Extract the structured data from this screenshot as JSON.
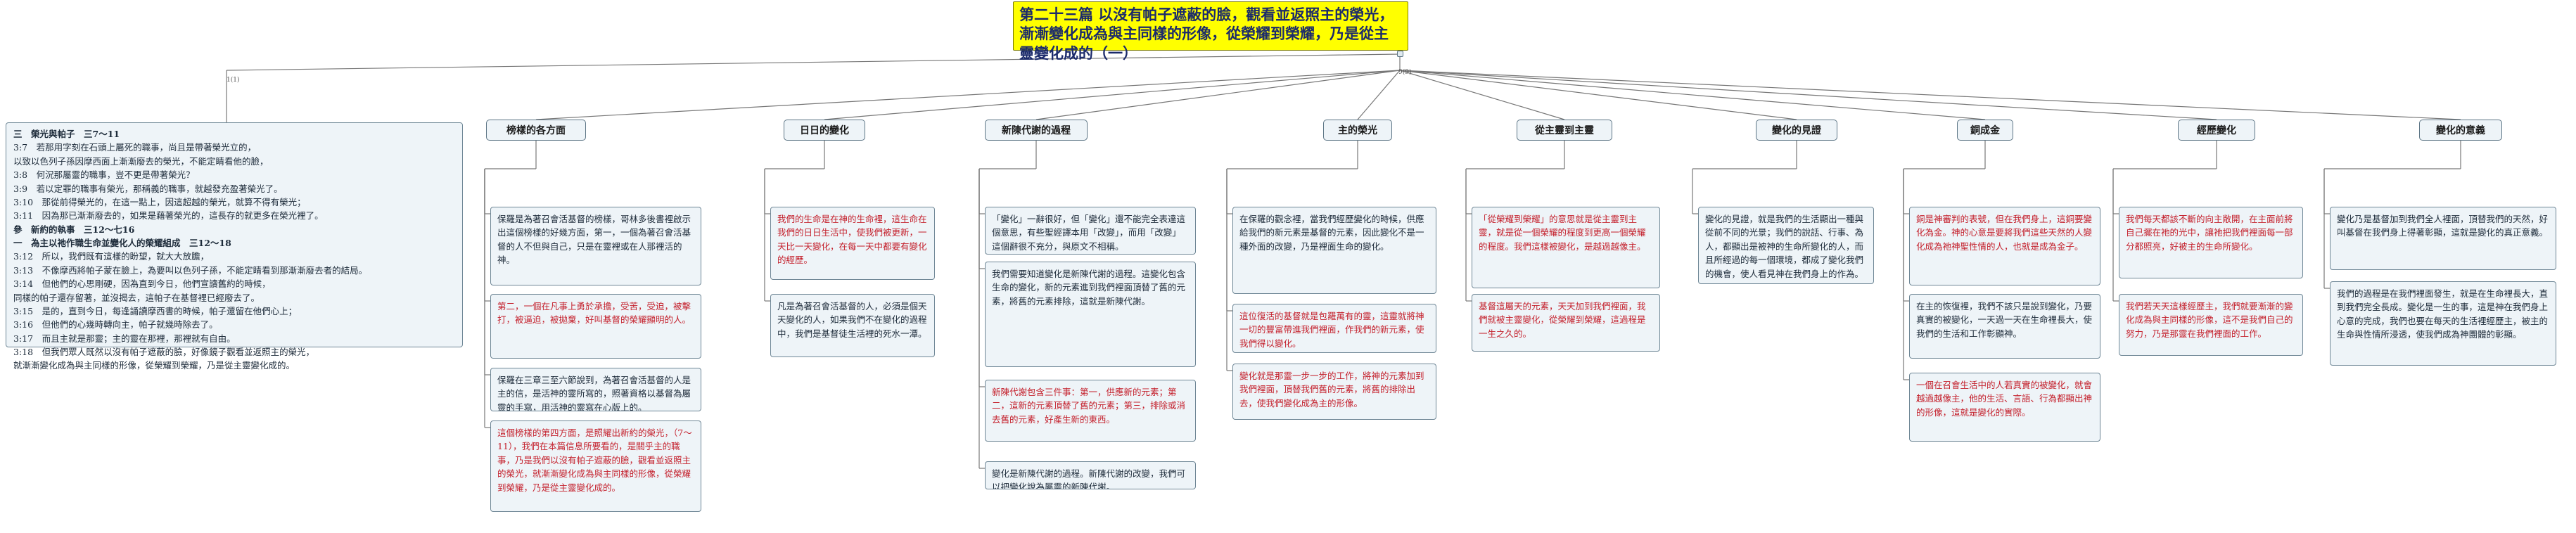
{
  "root_title": "第二十三篇 以沒有帕子遮蔽的臉，觀看並返照主的榮光，漸漸變化成為與主同樣的形像，從榮耀到榮耀，乃是從主靈變化成的（一）",
  "outline": {
    "lines": [
      {
        "text": "三　榮光與帕子　三7～11",
        "bold": true
      },
      {
        "text": "3:7　若那用字刻在石頭上屬死的職事，尚且是帶著榮光立的，",
        "bold": false
      },
      {
        "text": "以致以色列子孫因摩西面上漸漸廢去的榮光，不能定睛看他的臉，",
        "bold": false
      },
      {
        "text": "3:8　何況那屬靈的職事，豈不更是帶著榮光？",
        "bold": false
      },
      {
        "text": "3:9　若以定罪的職事有榮光，那稱義的職事，就越發充盈著榮光了。",
        "bold": false
      },
      {
        "text": "3:10　那從前得榮光的，在這一點上，因這超越的榮光，就算不得有榮光；",
        "bold": false
      },
      {
        "text": "3:11　因為那已漸漸廢去的，如果是藉著榮光的，這長存的就更多在榮光裡了。",
        "bold": false
      },
      {
        "text": "參　新約的執事　三12～七16",
        "bold": true
      },
      {
        "text": "一　為主以祂作職生命並變化人的榮耀組成　三12～18",
        "bold": true
      },
      {
        "text": "3:12　所以，我們既有這樣的盼望，就大大放膽，",
        "bold": false
      },
      {
        "text": "3:13　不像摩西將帕子蒙在臉上，為要叫以色列子孫，不能定睛看到那漸漸廢去者的結局。",
        "bold": false
      },
      {
        "text": "3:14　但他們的心思剛硬，因為直到今日，他們宣讀舊約的時候，",
        "bold": false
      },
      {
        "text": "同樣的帕子還存留著，並沒揭去，這帕子在基督裡已經廢去了。",
        "bold": false
      },
      {
        "text": "3:15　是的，直到今日，每逢誦讀摩西書的時候，帕子還留在他們心上；",
        "bold": false
      },
      {
        "text": "3:16　但他們的心幾時轉向主，帕子就幾時除去了。",
        "bold": false
      },
      {
        "text": "3:17　而且主就是那靈；主的靈在那裡，那裡就有自由。",
        "bold": false
      },
      {
        "text": "3:18　但我們眾人既然以沒有帕子遮蔽的臉，好像鏡子觀看並返照主的榮光，",
        "bold": false
      },
      {
        "text": "就漸漸變化成為與主同樣的形像，從榮耀到榮耀，乃是從主靈變化成的。",
        "bold": false
      }
    ]
  },
  "branches": [
    {
      "title": "榜樣的各方面",
      "cards": [
        {
          "red": false,
          "text": "保羅是為著召會活基督的榜樣，哥林多後書裡啟示出這個榜樣的好幾方面，第一，一個為著召會活基督的人不但與自己，只是在靈裡或在人那裡活的神。"
        },
        {
          "red": true,
          "text": "第二，一個在凡事上勇於承擔，受苦，受迫，被擊打，被逼迫，被拋棄，好叫基督的榮耀顯明的人。"
        },
        {
          "red": false,
          "text": "保羅在三章三至六節說到，為著召會活基督的人是主的信，是活神的靈所寫的，照著資格以基督為屬靈的手寫，用活神的靈寫在心版上的。"
        },
        {
          "red": true,
          "text": "這個榜樣的第四方面，是照耀出新約的榮光，（7～11），我們在本篇信息所要看的，是關乎主的職事，乃是我們以沒有帕子遮蔽的臉，觀看並返照主的榮光，就漸漸變化成為與主同樣的形像，從榮耀到榮耀，乃是從主靈變化成的。"
        }
      ]
    },
    {
      "title": "日日的變化",
      "cards": [
        {
          "red": true,
          "text": "我們的生命是在神的生命裡，這生命在我們的日日生活中，使我們被更新，一天比一天變化，在每一天中都要有變化的經歷。"
        },
        {
          "red": false,
          "text": "凡是為著召會活基督的人，必須是個天天變化的人，如果我們不在變化的過程中，我們是基督徒生活裡的死水一潭。"
        }
      ]
    },
    {
      "title": "新陳代謝的過程",
      "cards": [
        {
          "red": false,
          "text": "「變化」一辭很好，但「變化」還不能完全表達這個意思，有些聖經譯本用「改變」，而用「改變」這個辭很不充分，與原文不相稱。"
        },
        {
          "red": false,
          "text": "我們需要知道變化是新陳代謝的過程。這變化包含生命的變化，新的元素進到我們裡面頂替了舊的元素，將舊的元素排除，這就是新陳代謝。"
        },
        {
          "red": true,
          "text": "新陳代謝包含三件事：第一，供應新的元素；第二，這新的元素頂替了舊的元素；第三，排除或消去舊的元素，好產生新的東西。"
        },
        {
          "red": false,
          "text": "變化是新陳代謝的過程。新陳代謝的改變，我們可以把變化說為屬靈的新陳代謝。"
        }
      ]
    },
    {
      "title": "主的榮光",
      "cards": [
        {
          "red": false,
          "text": "在保羅的觀念裡，當我們經歷變化的時候，供應給我們的新元素是基督的元素，因此變化不是一種外面的改變，乃是裡面生命的變化。"
        },
        {
          "red": true,
          "text": "這位復活的基督就是包羅萬有的靈，這靈就將神一切的豐富帶進我們裡面，作我們的新元素，使我們得以變化。"
        },
        {
          "red": true,
          "text": "變化就是那靈一步一步的工作，將神的元素加到我們裡面，頂替我們舊的元素，將舊的排除出去，使我們變化成為主的形像。"
        }
      ]
    },
    {
      "title": "從主靈到主靈",
      "cards": [
        {
          "red": true,
          "text": "「從榮耀到榮耀」的意思就是從主靈到主靈，就是從一個榮耀的程度到更高一個榮耀的程度。我們這樣被變化，是越過越像主。"
        },
        {
          "red": true,
          "text": "基督這屬天的元素，天天加到我們裡面，我們就被主靈變化，從榮耀到榮耀，這過程是一生之久的。"
        }
      ]
    },
    {
      "title": "變化的見證",
      "cards": [
        {
          "red": false,
          "text": "變化的見證，就是我們的生活顯出一種與從前不同的光景；我們的說話、行事、為人，都顯出是被神的生命所變化的人，而且所經過的每一個環境，都成了變化我們的機會，使人看見神在我們身上的作為。"
        }
      ]
    },
    {
      "title": "銅成金",
      "cards": [
        {
          "red": true,
          "text": "銅是神審判的表號，但在我們身上，這銅要變化為金。神的心意是要將我們這些天然的人變化成為祂神聖性情的人，也就是成為金子。"
        },
        {
          "red": false,
          "text": "在主的恢復裡，我們不該只是說到變化，乃要真實的被變化，一天過一天在生命裡長大，使我們的生活和工作彰顯神。"
        },
        {
          "red": true,
          "text": "一個在召會生活中的人若真實的被變化，就會越過越像主，他的生活、言語、行為都顯出神的形像，這就是變化的實際。"
        }
      ]
    },
    {
      "title": "經歷變化",
      "cards": [
        {
          "red": true,
          "text": "我們每天都該不斷的向主敞開，在主面前將自己擺在祂的光中，讓祂把我們裡面每一部分都照亮，好被主的生命所變化。"
        },
        {
          "red": true,
          "text": "我們若天天這樣經歷主，我們就要漸漸的變化成為與主同樣的形像，這不是我們自己的努力，乃是那靈在我們裡面的工作。"
        }
      ]
    },
    {
      "title": "變化的意義",
      "cards": [
        {
          "red": false,
          "text": "變化乃是基督加到我們全人裡面，頂替我們的天然，好叫基督在我們身上得著彰顯，這就是變化的真正意義。"
        },
        {
          "red": false,
          "text": "我們的過程是在我們裡面發生，就是在生命裡長大，直到我們完全長成。變化是一生的事，這是神在我們身上心意的完成，我們也要在每天的生活裡經歷主，被主的生命與性情所浸透，使我們成為神團體的彰顯。"
        }
      ]
    }
  ],
  "link_counts": {
    "outline": "1(1)",
    "root": "9(9)"
  }
}
